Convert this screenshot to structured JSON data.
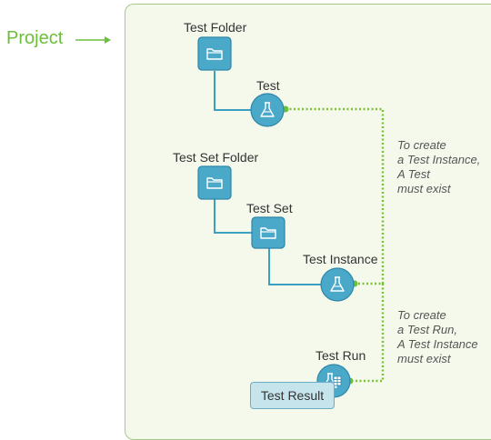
{
  "project": {
    "label": "Project"
  },
  "nodes": {
    "test_folder": "Test Folder",
    "test": "Test",
    "test_set_folder": "Test Set Folder",
    "test_set": "Test Set",
    "test_instance": "Test Instance",
    "test_run": "Test Run",
    "test_result": "Test Result"
  },
  "notes": {
    "instance_requirement": "To create\na Test Instance,\nA Test\nmust exist",
    "run_requirement": "To create\na Test Run,\nA Test Instance\nmust exist"
  },
  "icons": {
    "folder": "folder-icon",
    "flask": "flask-icon",
    "flask_with_result": "flask-table-icon",
    "arrow": "arrow-right-icon"
  },
  "colors": {
    "accent_green": "#6cbf3a",
    "node_blue": "#4aa8c8",
    "node_border": "#2f86a8",
    "connector": "#3aa0c4",
    "panel_bg": "#f4f9ec",
    "panel_border": "#a8c98d",
    "dotted_link": "#7cc233"
  }
}
